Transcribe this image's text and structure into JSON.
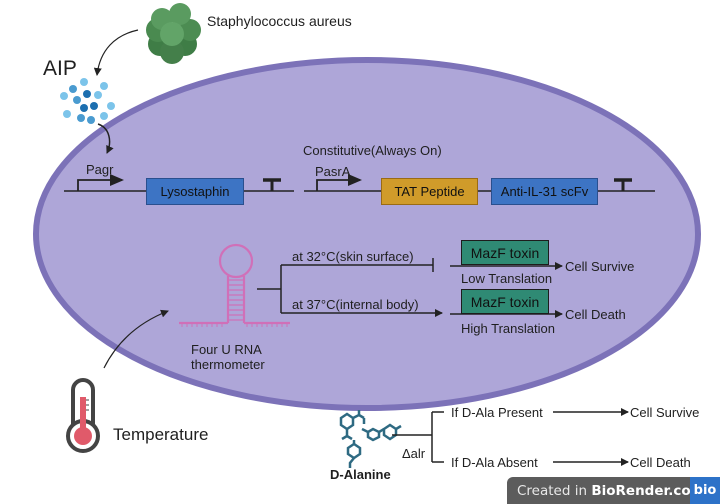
{
  "organism": {
    "name": "Staphylococcus aureus",
    "signal_label": "AIP"
  },
  "circuit_1": {
    "promoter": "Pagr",
    "gene": "Lysostaphin"
  },
  "circuit_2": {
    "title": "Constitutive(Always On)",
    "promoter": "PasrA",
    "gene_1": "TAT Peptide",
    "gene_2": "Anti-IL-31 scFv"
  },
  "thermometer_circuit": {
    "rna_label_line1": "Four U RNA",
    "rna_label_line2": "thermometer",
    "branch_low": {
      "condition": "at 32°C(skin surface)",
      "toxin": "MazF toxin",
      "translation": "Low Translation",
      "outcome": "Cell Survive"
    },
    "branch_high": {
      "condition": "at 37°C(internal body)",
      "toxin": "MazF toxin",
      "translation": "High Translation",
      "outcome": "Cell Death"
    }
  },
  "temperature": {
    "label": "Temperature"
  },
  "dalanine": {
    "label": "D-Alanine",
    "knockout": "Δalr",
    "branch_present": {
      "condition": "If D-Ala Present",
      "outcome": "Cell Survive"
    },
    "branch_absent": {
      "condition": "If D-Ala Absent",
      "outcome": "Cell Death"
    }
  },
  "watermark": {
    "prefix": "Created in ",
    "brand": "BioRender.com",
    "logo": "bio"
  },
  "colors": {
    "cell_fill": "#aea6d8",
    "cell_border": "#7c72b8",
    "gene_blue": "#3d74c4",
    "gene_orange": "#d09b2a",
    "toxin_green": "#2f8a74",
    "rna_pink": "#d070b8",
    "bacteria_green": "#4e8f55",
    "aip_blue": "#5aaedc"
  }
}
